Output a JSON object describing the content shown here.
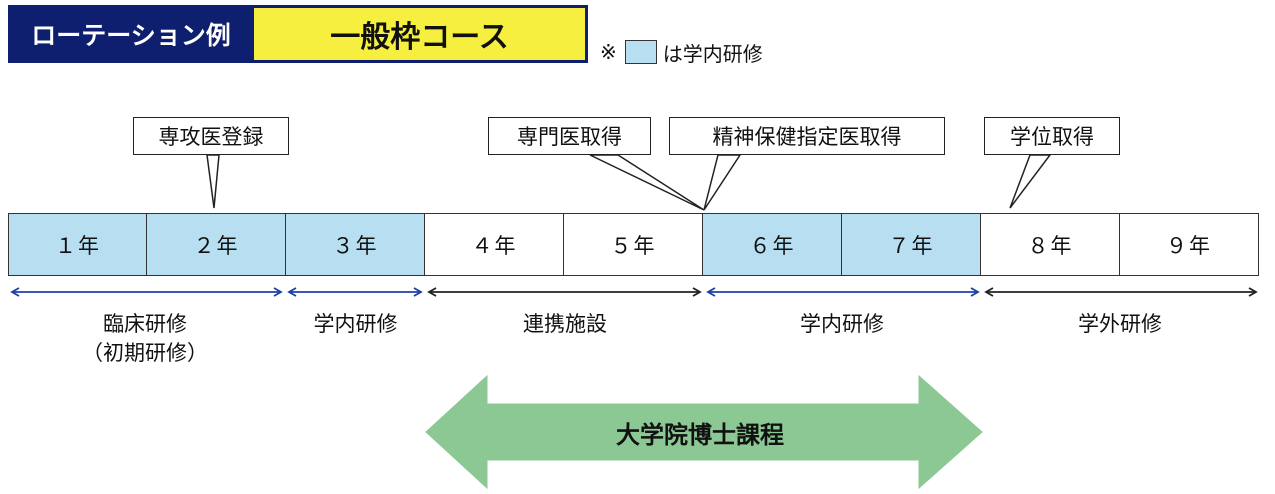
{
  "header": {
    "left_label": "ローテーション例",
    "right_label": "一般枠コース"
  },
  "legend": {
    "mark": "※",
    "text": "は学内研修",
    "swatch_color": "#b7dff1"
  },
  "callouts": [
    {
      "id": "specialty",
      "label": "専攻医登録"
    },
    {
      "id": "specialist",
      "label": "専門医取得"
    },
    {
      "id": "psychiatry",
      "label": "精神保健指定医取得"
    },
    {
      "id": "degree",
      "label": "学位取得"
    }
  ],
  "years": [
    {
      "label": "１年",
      "type": "in"
    },
    {
      "label": "２年",
      "type": "in"
    },
    {
      "label": "３年",
      "type": "in"
    },
    {
      "label": "４年",
      "type": "out"
    },
    {
      "label": "５年",
      "type": "out"
    },
    {
      "label": "６年",
      "type": "in"
    },
    {
      "label": "７年",
      "type": "in"
    },
    {
      "label": "８年",
      "type": "out"
    },
    {
      "label": "９年",
      "type": "out"
    }
  ],
  "phases": [
    {
      "line1": "臨床研修",
      "line2": "（初期研修）"
    },
    {
      "line1": "学内研修"
    },
    {
      "line1": "連携施設"
    },
    {
      "line1": "学内研修"
    },
    {
      "line1": "学外研修"
    }
  ],
  "program": {
    "label": "大学院博士課程",
    "color": "#8cc894"
  },
  "colors": {
    "header_navy": "#0d1f6e",
    "header_yellow": "#f7ef3f",
    "internal_blue": "#b7dff1",
    "arrow_blue": "#1f3fa6",
    "arrow_black": "#222222"
  }
}
